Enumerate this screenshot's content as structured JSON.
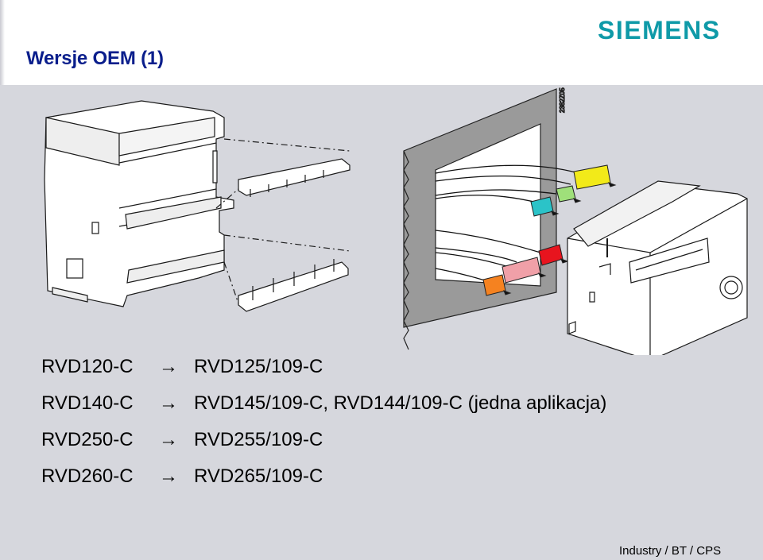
{
  "header": {
    "title": "Wersje OEM (1)",
    "logo_text": "SIEMENS",
    "logo_color": "#0f9aa8",
    "title_color": "#0a1e8c"
  },
  "illustration": {
    "drawing_id": "2382Z05",
    "connector_colors": [
      "#f2ea19",
      "#9fe07a",
      "#2bc3c8",
      "#e8141e",
      "#f0a0a8",
      "#f58220"
    ]
  },
  "mapping": {
    "arrow": "→",
    "rows": [
      {
        "src": "RVD120-C",
        "dst": "RVD125/109-C"
      },
      {
        "src": "RVD140-C",
        "dst": "RVD145/109-C, RVD144/109-C (jedna aplikacja)"
      },
      {
        "src": "RVD250-C",
        "dst": "RVD255/109-C"
      },
      {
        "src": "RVD260-C",
        "dst": "RVD265/109-C"
      }
    ]
  },
  "footer": {
    "text": "Industry / BT / CPS"
  }
}
